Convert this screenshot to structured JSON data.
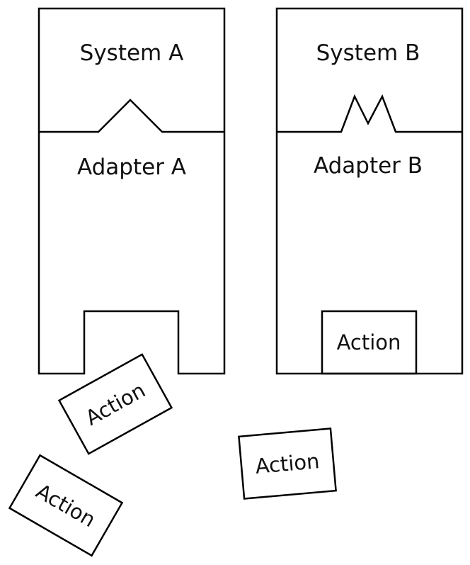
{
  "diagram": {
    "system_a": {
      "label": "System A"
    },
    "adapter_a": {
      "label": "Adapter A"
    },
    "system_b": {
      "label": "System B"
    },
    "adapter_b": {
      "label": "Adapter B"
    },
    "action_docked": {
      "label": "Action"
    },
    "loose_actions": [
      {
        "label": "Action"
      },
      {
        "label": "Action"
      },
      {
        "label": "Action"
      }
    ],
    "colors": {
      "stroke": "#000000",
      "background": "#ffffff"
    }
  }
}
